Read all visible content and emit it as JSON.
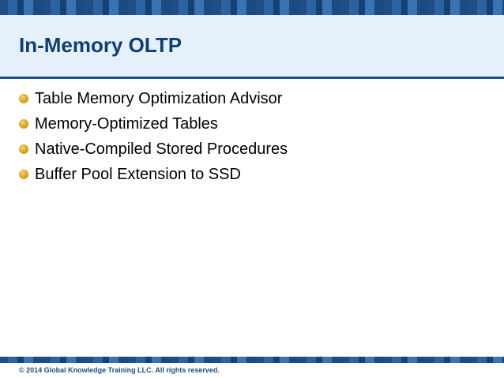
{
  "slide": {
    "title": "In-Memory OLTP",
    "bullets": [
      "Table Memory Optimization Advisor",
      "Memory-Optimized Tables",
      "Native-Compiled Stored Procedures",
      "Buffer Pool Extension to SSD"
    ],
    "footer": "© 2014 Global Knowledge Training LLC. All rights reserved."
  },
  "colors": {
    "title": "#0f3d75",
    "title_band": "#e6f0fa",
    "stripe": "#1d4f86",
    "bullet": "#d9a520"
  },
  "icons": {
    "bullet": "gold-bullet-dot"
  }
}
